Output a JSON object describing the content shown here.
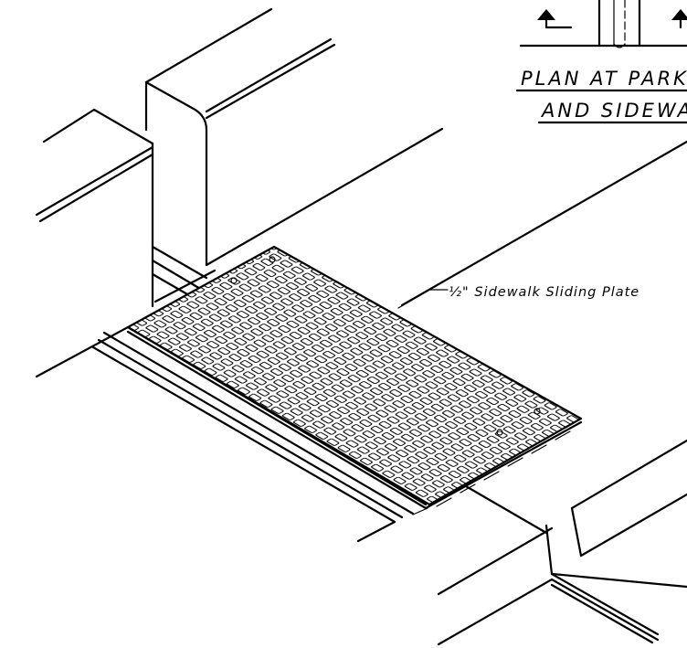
{
  "drawing": {
    "title_line1": "PLAN AT PARKING",
    "title_line2": "AND SIDEWALK",
    "callout_label": "½\" Sidewalk Sliding Plate"
  }
}
